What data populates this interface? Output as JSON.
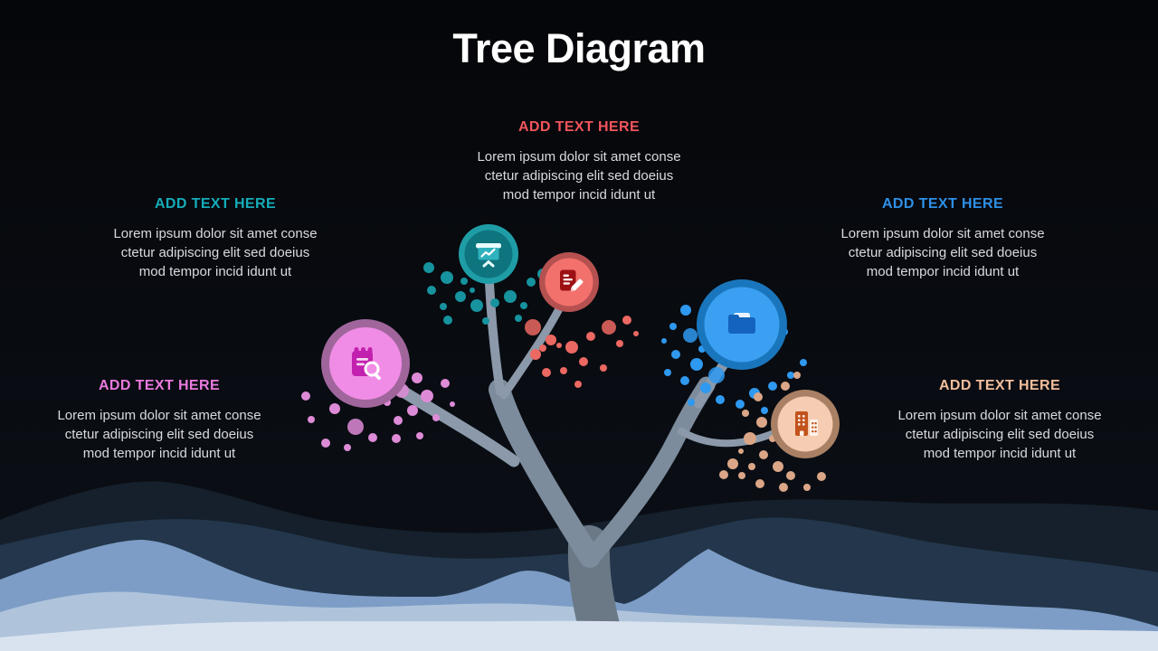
{
  "title": "Tree Diagram",
  "body_text_color": "#D8DADF",
  "background": {
    "top": "#050609",
    "bottom": "#0A0E14"
  },
  "sections": [
    {
      "id": "top",
      "heading": "ADD TEXT HERE",
      "heading_color": "#F2555C",
      "body_lines": [
        "Lorem ipsum dolor sit amet conse",
        "ctetur adipiscing elit sed doeius",
        "mod tempor incid idunt ut"
      ]
    },
    {
      "id": "left",
      "heading": "ADD TEXT HERE",
      "heading_color": "#15ACBA",
      "body_lines": [
        "Lorem ipsum dolor sit amet conse",
        "ctetur adipiscing elit sed doeius",
        "mod tempor incid idunt ut"
      ]
    },
    {
      "id": "right",
      "heading": "ADD TEXT HERE",
      "heading_color": "#2E90E6",
      "body_lines": [
        "Lorem ipsum dolor sit amet conse",
        "ctetur adipiscing elit sed doeius",
        "mod tempor incid idunt ut"
      ]
    },
    {
      "id": "bottom-left",
      "heading": "ADD TEXT HERE",
      "heading_color": "#EB7ADF",
      "body_lines": [
        "Lorem ipsum dolor sit amet conse",
        "ctetur adipiscing elit sed doeius",
        "mod tempor incid idunt ut"
      ]
    },
    {
      "id": "bottom-right",
      "heading": "ADD TEXT HERE",
      "heading_color": "#F3BE9D",
      "body_lines": [
        "Lorem ipsum dolor sit amet conse",
        "ctetur adipiscing elit sed doeius",
        "mod tempor incid idunt ut"
      ]
    }
  ],
  "nodes": [
    {
      "id": "presentation",
      "icon": "presentation-chart-icon",
      "outer": "#1F9DA6",
      "inner": "#0E747D",
      "dot": "#16939E",
      "icon_color": "#2EB2BE"
    },
    {
      "id": "document",
      "icon": "document-edit-icon",
      "outer": "#B55150",
      "inner": "#F3716C",
      "dot": "#EC6862",
      "icon_color": "#9C1013"
    },
    {
      "id": "research",
      "icon": "notepad-search-icon",
      "outer": "#A0669C",
      "inner": "#F18CE6",
      "dot": "#DE8BD7",
      "icon_color": "#C220AE"
    },
    {
      "id": "folder",
      "icon": "folder-icon",
      "outer": "#1A76BC",
      "inner": "#3BA0F2",
      "dot": "#2F99F0",
      "icon_color": "#1463BC"
    },
    {
      "id": "building",
      "icon": "building-icon",
      "outer": "#A98064",
      "inner": "#F6CDB2",
      "dot": "#DBA687",
      "icon_color": "#C2521D"
    }
  ],
  "scene": {
    "trunk_color": "#6B7987",
    "branch_color": "#7D8C9D",
    "stem_color": "#8B99AA"
  },
  "mountains": {
    "layer1": "#15202C",
    "layer2": "#23364B",
    "layer3": "#7D9DC6",
    "layer4": "#AFC4DB",
    "layer5": "#D9E3EF"
  }
}
